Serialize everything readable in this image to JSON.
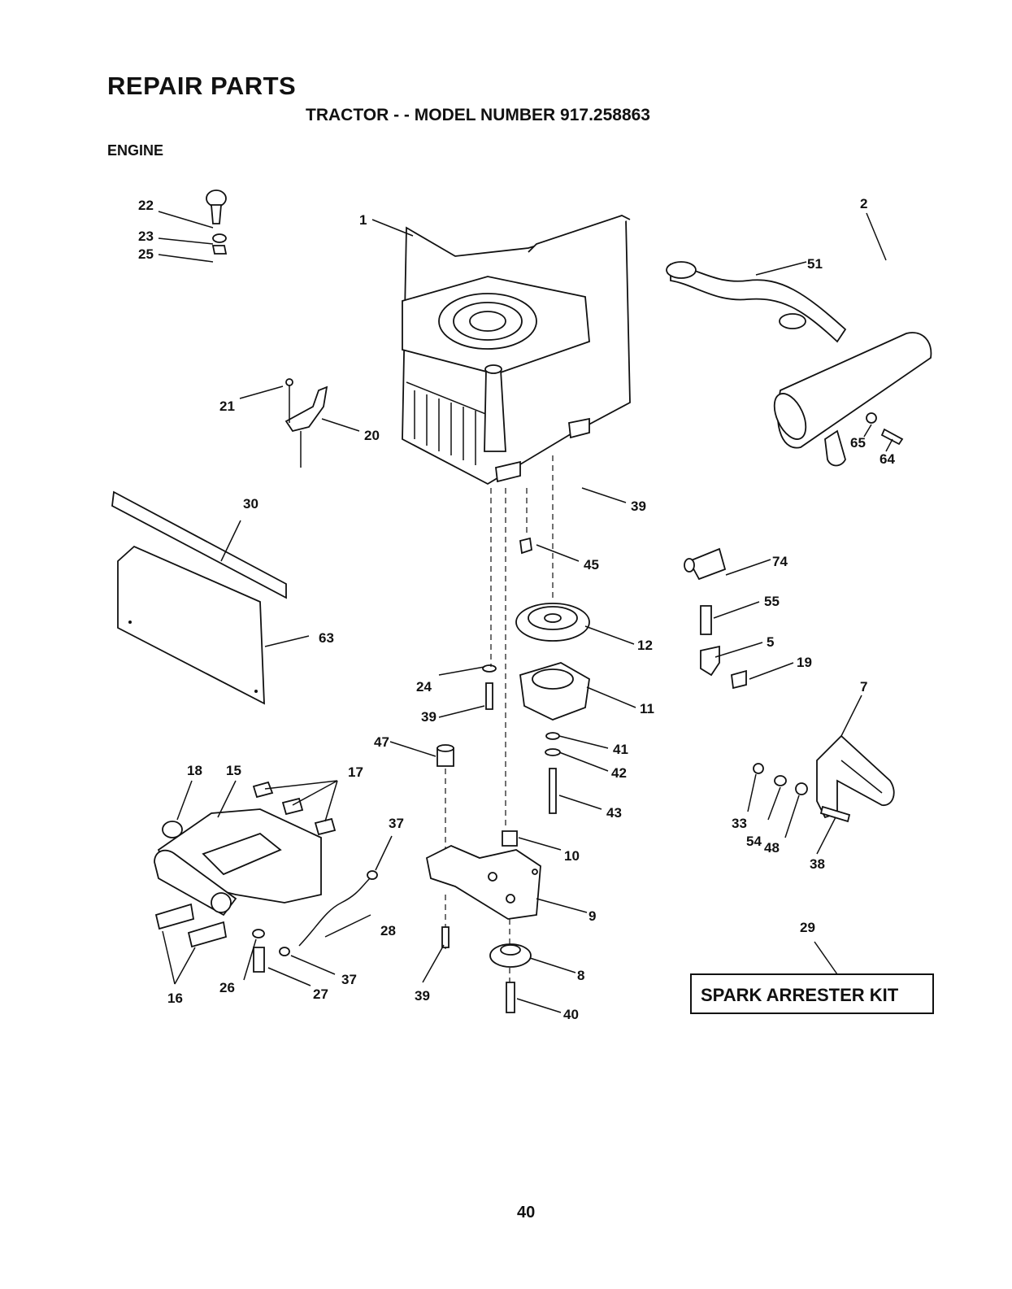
{
  "header": {
    "title": "REPAIR PARTS",
    "subtitle": "TRACTOR - - MODEL NUMBER 917.258863",
    "section": "ENGINE"
  },
  "callouts": [
    "1",
    "2",
    "5",
    "7",
    "8",
    "9",
    "10",
    "11",
    "12",
    "15",
    "16",
    "17",
    "18",
    "19",
    "20",
    "21",
    "22",
    "23",
    "24",
    "25",
    "26",
    "27",
    "28",
    "29",
    "30",
    "33",
    "37",
    "37",
    "38",
    "39",
    "39",
    "39",
    "40",
    "41",
    "42",
    "43",
    "45",
    "47",
    "48",
    "51",
    "54",
    "55",
    "63",
    "64",
    "65",
    "74"
  ],
  "kit_box": {
    "label": "SPARK ARRESTER KIT"
  },
  "footer": {
    "page_number": "40"
  }
}
